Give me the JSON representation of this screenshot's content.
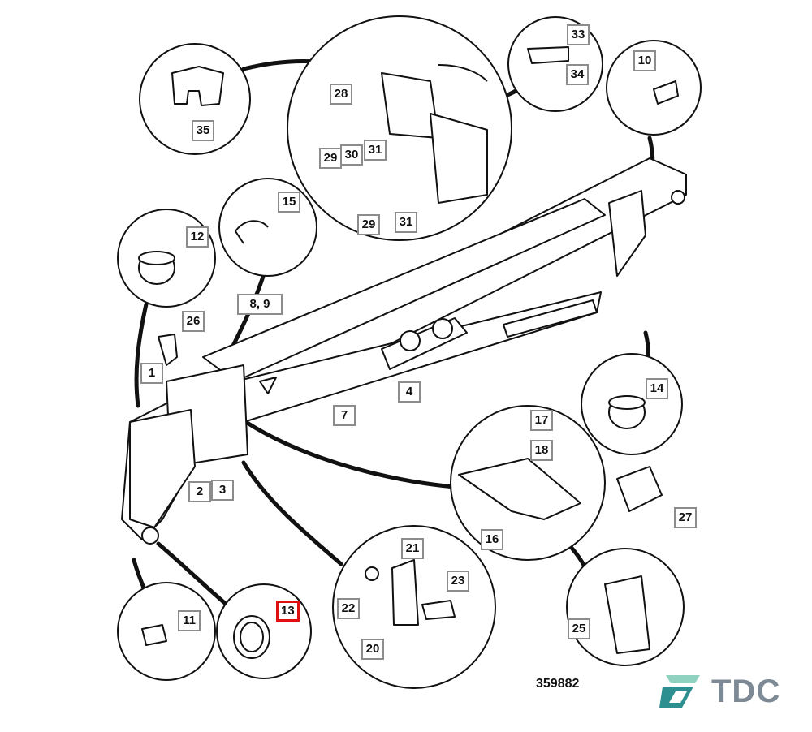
{
  "diagram": {
    "drawing_number": "359882",
    "selected_part": "13",
    "callouts": [
      "35",
      "28",
      "29",
      "30",
      "31",
      "29",
      "31",
      "33",
      "34",
      "10",
      "15",
      "12",
      "26",
      "8, 9",
      "1",
      "4",
      "7",
      "14",
      "17",
      "18",
      "2",
      "3",
      "16",
      "27",
      "21",
      "23",
      "22",
      "20",
      "25",
      "11",
      "13"
    ]
  },
  "logo": {
    "text": "TDC",
    "colors": {
      "mark_dark": "#2e8f91",
      "mark_light": "#8fd2c0",
      "text": "#7d8a95"
    }
  },
  "colors": {
    "highlight": "#e01010",
    "line": "#111111",
    "label_border": "#8c8c8c"
  }
}
